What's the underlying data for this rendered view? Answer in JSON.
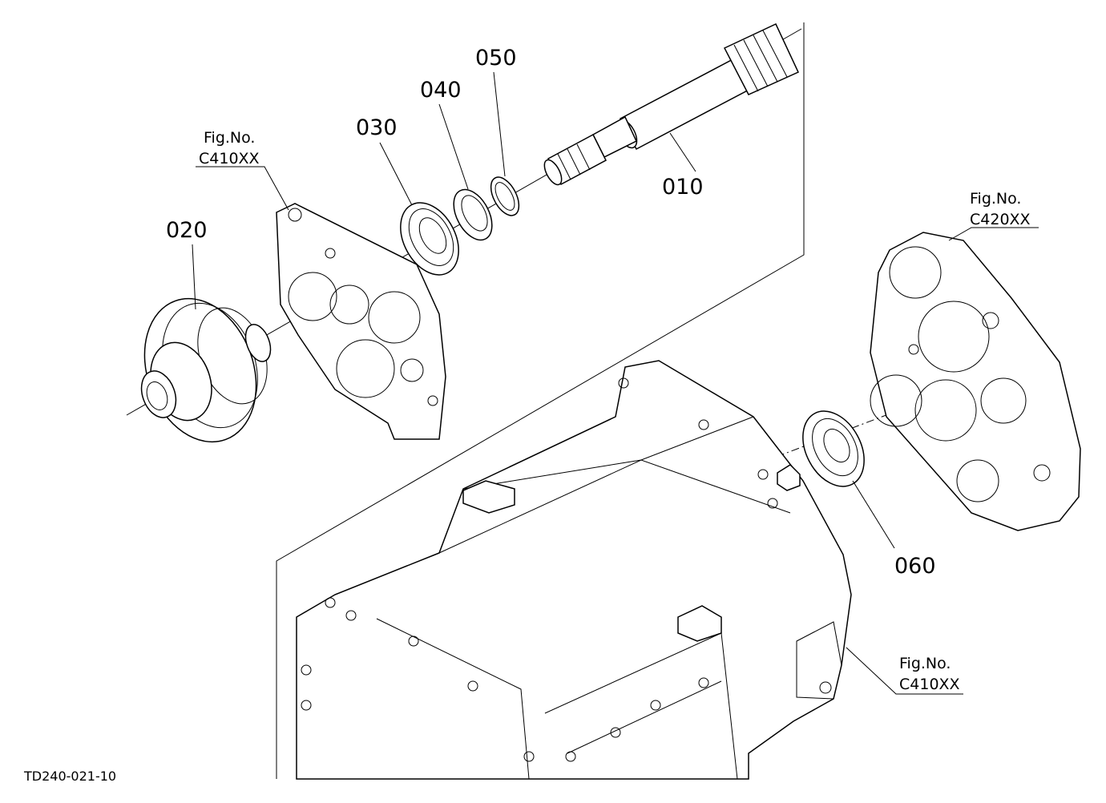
{
  "parts": [
    {
      "id": "p010",
      "number": "010"
    },
    {
      "id": "p020",
      "number": "020"
    },
    {
      "id": "p030",
      "number": "030"
    },
    {
      "id": "p040",
      "number": "040"
    },
    {
      "id": "p050",
      "number": "050"
    },
    {
      "id": "p060",
      "number": "060"
    }
  ],
  "figure_refs": [
    {
      "prefix": "Fig.No.",
      "code": "C410XX"
    },
    {
      "prefix": "Fig.No.",
      "code": "C420XX"
    },
    {
      "prefix": "Fig.No.",
      "code": "C410XX"
    }
  ],
  "drawing_code": "TD240-021-10"
}
